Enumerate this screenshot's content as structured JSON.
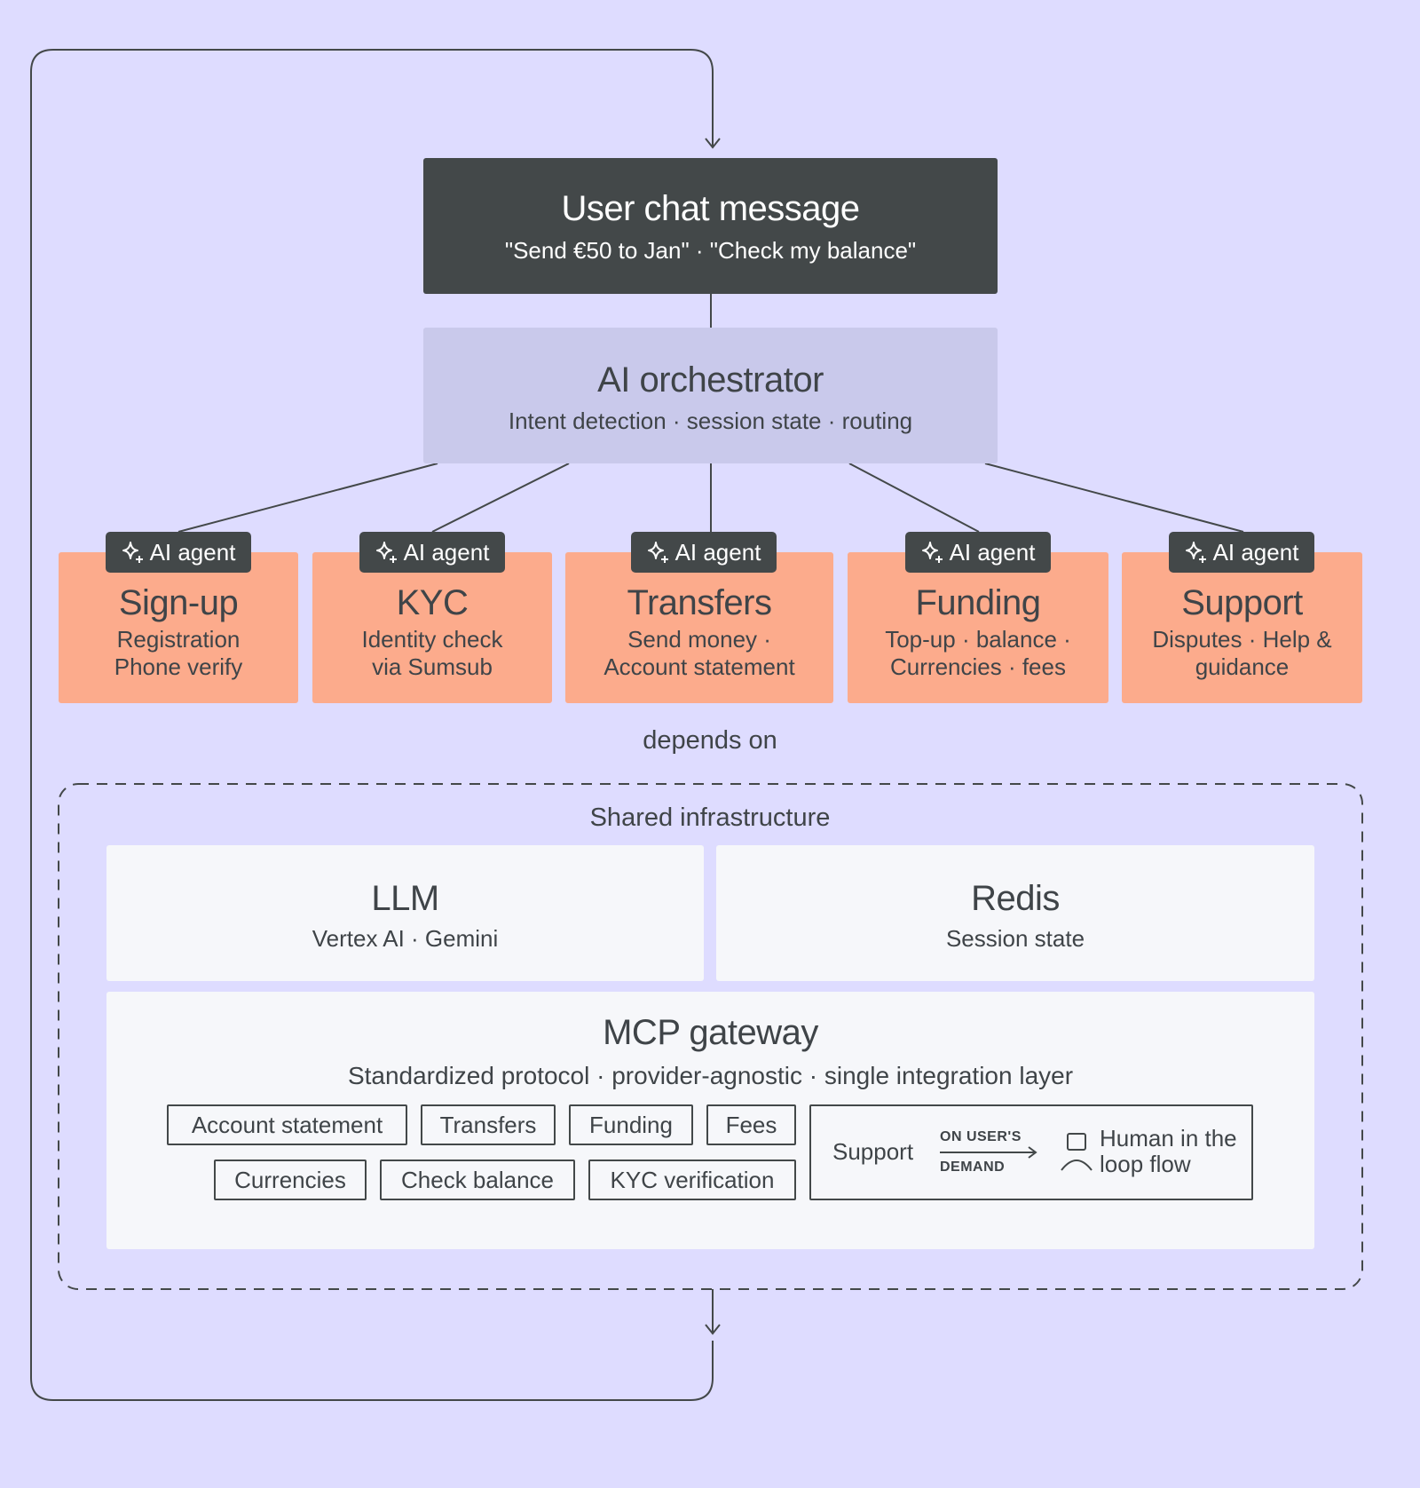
{
  "user_message": {
    "title": "User chat message",
    "subtitle": "\"Send €50 to Jan\" · \"Check my balance\""
  },
  "orchestrator": {
    "title": "AI orchestrator",
    "subtitle": "Intent detection · session state · routing"
  },
  "agent_badge_label": "AI agent",
  "agents": [
    {
      "title": "Sign-up",
      "line1": "Registration",
      "line2": "Phone verify"
    },
    {
      "title": "KYC",
      "line1": "Identity check",
      "line2": "via Sumsub"
    },
    {
      "title": "Transfers",
      "line1": "Send money ·",
      "line2": "Account statement"
    },
    {
      "title": "Funding",
      "line1": "Top-up · balance ·",
      "line2": "Currencies · fees"
    },
    {
      "title": "Support",
      "line1": "Disputes · Help &",
      "line2": "guidance"
    }
  ],
  "depends_on": "depends on",
  "infrastructure": {
    "title": "Shared infrastructure",
    "llm": {
      "title": "LLM",
      "subtitle": "Vertex AI · Gemini"
    },
    "redis": {
      "title": "Redis",
      "subtitle": "Session state"
    },
    "mcp": {
      "title": "MCP gateway",
      "subtitle": "Standardized protocol · provider-agnostic · single integration layer",
      "tools_row1": [
        "Account statement",
        "Transfers",
        "Funding",
        "Fees"
      ],
      "tools_row2": [
        "Currencies",
        "Check balance",
        "KYC verification"
      ],
      "support": {
        "label": "Support",
        "demand_top": "ON USER'S",
        "demand_bottom": "DEMAND",
        "human_line1": "Human in the",
        "human_line2": "loop flow"
      }
    }
  },
  "icons": {
    "agent_badge": "sparkle-icon",
    "human": "person-icon",
    "arrow": "arrow-right-icon"
  },
  "colors": {
    "background": "#dedcff",
    "dark_box": "#434849",
    "orchestrator_box": "#c9c9eb",
    "agent_card": "#fcab8c",
    "infra_box": "#f6f7fa",
    "text": "#3f4448"
  }
}
